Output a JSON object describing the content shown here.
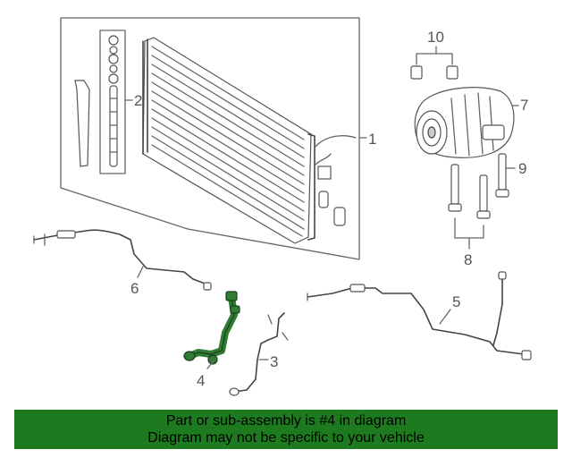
{
  "callouts": {
    "c1": "1",
    "c2": "2",
    "c3": "3",
    "c4": "4",
    "c5": "5",
    "c6": "6",
    "c7": "7",
    "c8": "8",
    "c9": "9",
    "c10": "10"
  },
  "colors": {
    "highlight": "#2e7d32",
    "banner_bg": "#1e7a1e"
  },
  "banner": {
    "line1": "Part or sub-assembly is #4 in diagram",
    "line2": "Diagram may not be specific to your vehicle"
  }
}
